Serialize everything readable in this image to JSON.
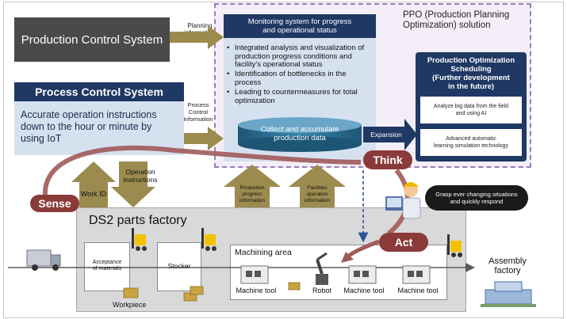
{
  "prod_control": {
    "title": "Production Control System"
  },
  "planning_info": {
    "line1": "Planning",
    "line2": "information"
  },
  "process_control": {
    "title": "Process Control System",
    "desc_line1": "Accurate operation instructions",
    "desc_line2": "down to the hour or minute by",
    "desc_line3": "using IoT"
  },
  "process_control_info": {
    "line1": "Process",
    "line2": "Control",
    "line3": "information"
  },
  "monitoring": {
    "title_line1": "Monitoring system for progress",
    "title_line2": "and operational status",
    "bullets": [
      {
        "l1": "Integrated analysis and visualization of",
        "l2": "production progress conditions and",
        "l3": "facility's operational status"
      },
      {
        "l1": "Identification of bottlenecks in the",
        "l2": "process"
      },
      {
        "l1": "Leading to countermeasures for total",
        "l2": "optimization"
      }
    ],
    "collect_line1": "Collect and accumulate",
    "collect_line2": "production data"
  },
  "ppo": {
    "line1": "PPO (Production Planning",
    "line2": "Optimization) solution"
  },
  "pos": {
    "title_line1": "Production Optimization",
    "title_line2": "Scheduling",
    "title_line3": "(Further development",
    "title_line4": "in the future)",
    "item1_line1": "Analyze big data  from the field",
    "item1_line2": "and using AI",
    "item2_line1": "Advanced automatic",
    "item2_line2": "learning simulation technology"
  },
  "expansion": "Expansion",
  "think": "Think",
  "sense": "Sense",
  "act": "Act",
  "work_id": "Work ID",
  "operation_instructions": {
    "line1": "Operation",
    "line2": "instructions"
  },
  "production_progress_info": {
    "line1": "Production",
    "line2": "progress",
    "line3": "information"
  },
  "facilities_operation_info": {
    "line1": "Facilities",
    "line2": "operation",
    "line3": "information"
  },
  "grasp_bubble": {
    "line1": "Grasp ever changing situations",
    "line2": "and quickly respond"
  },
  "factory": {
    "title": "DS2 parts factory",
    "acceptance_line1": "Acceptance",
    "acceptance_line2": "of materials",
    "stocker": "Stocker",
    "workpiece": "Workpiece",
    "machining_area": "Machining area",
    "machine_tool": "Machine tool",
    "robot": "Robot"
  },
  "assembly": {
    "line1": "Assembly",
    "line2": "factory"
  },
  "colors": {
    "navy": "#1f3864",
    "dark_gray": "#404040",
    "olive": "#9c8b4e",
    "maroon": "#8b3a3a",
    "light_blue_panel": "#d6e1f0",
    "lavender": "#f0ebf5",
    "dashed_purple": "#9a7cb8",
    "teal_cylinder": "#2e6f8e"
  }
}
